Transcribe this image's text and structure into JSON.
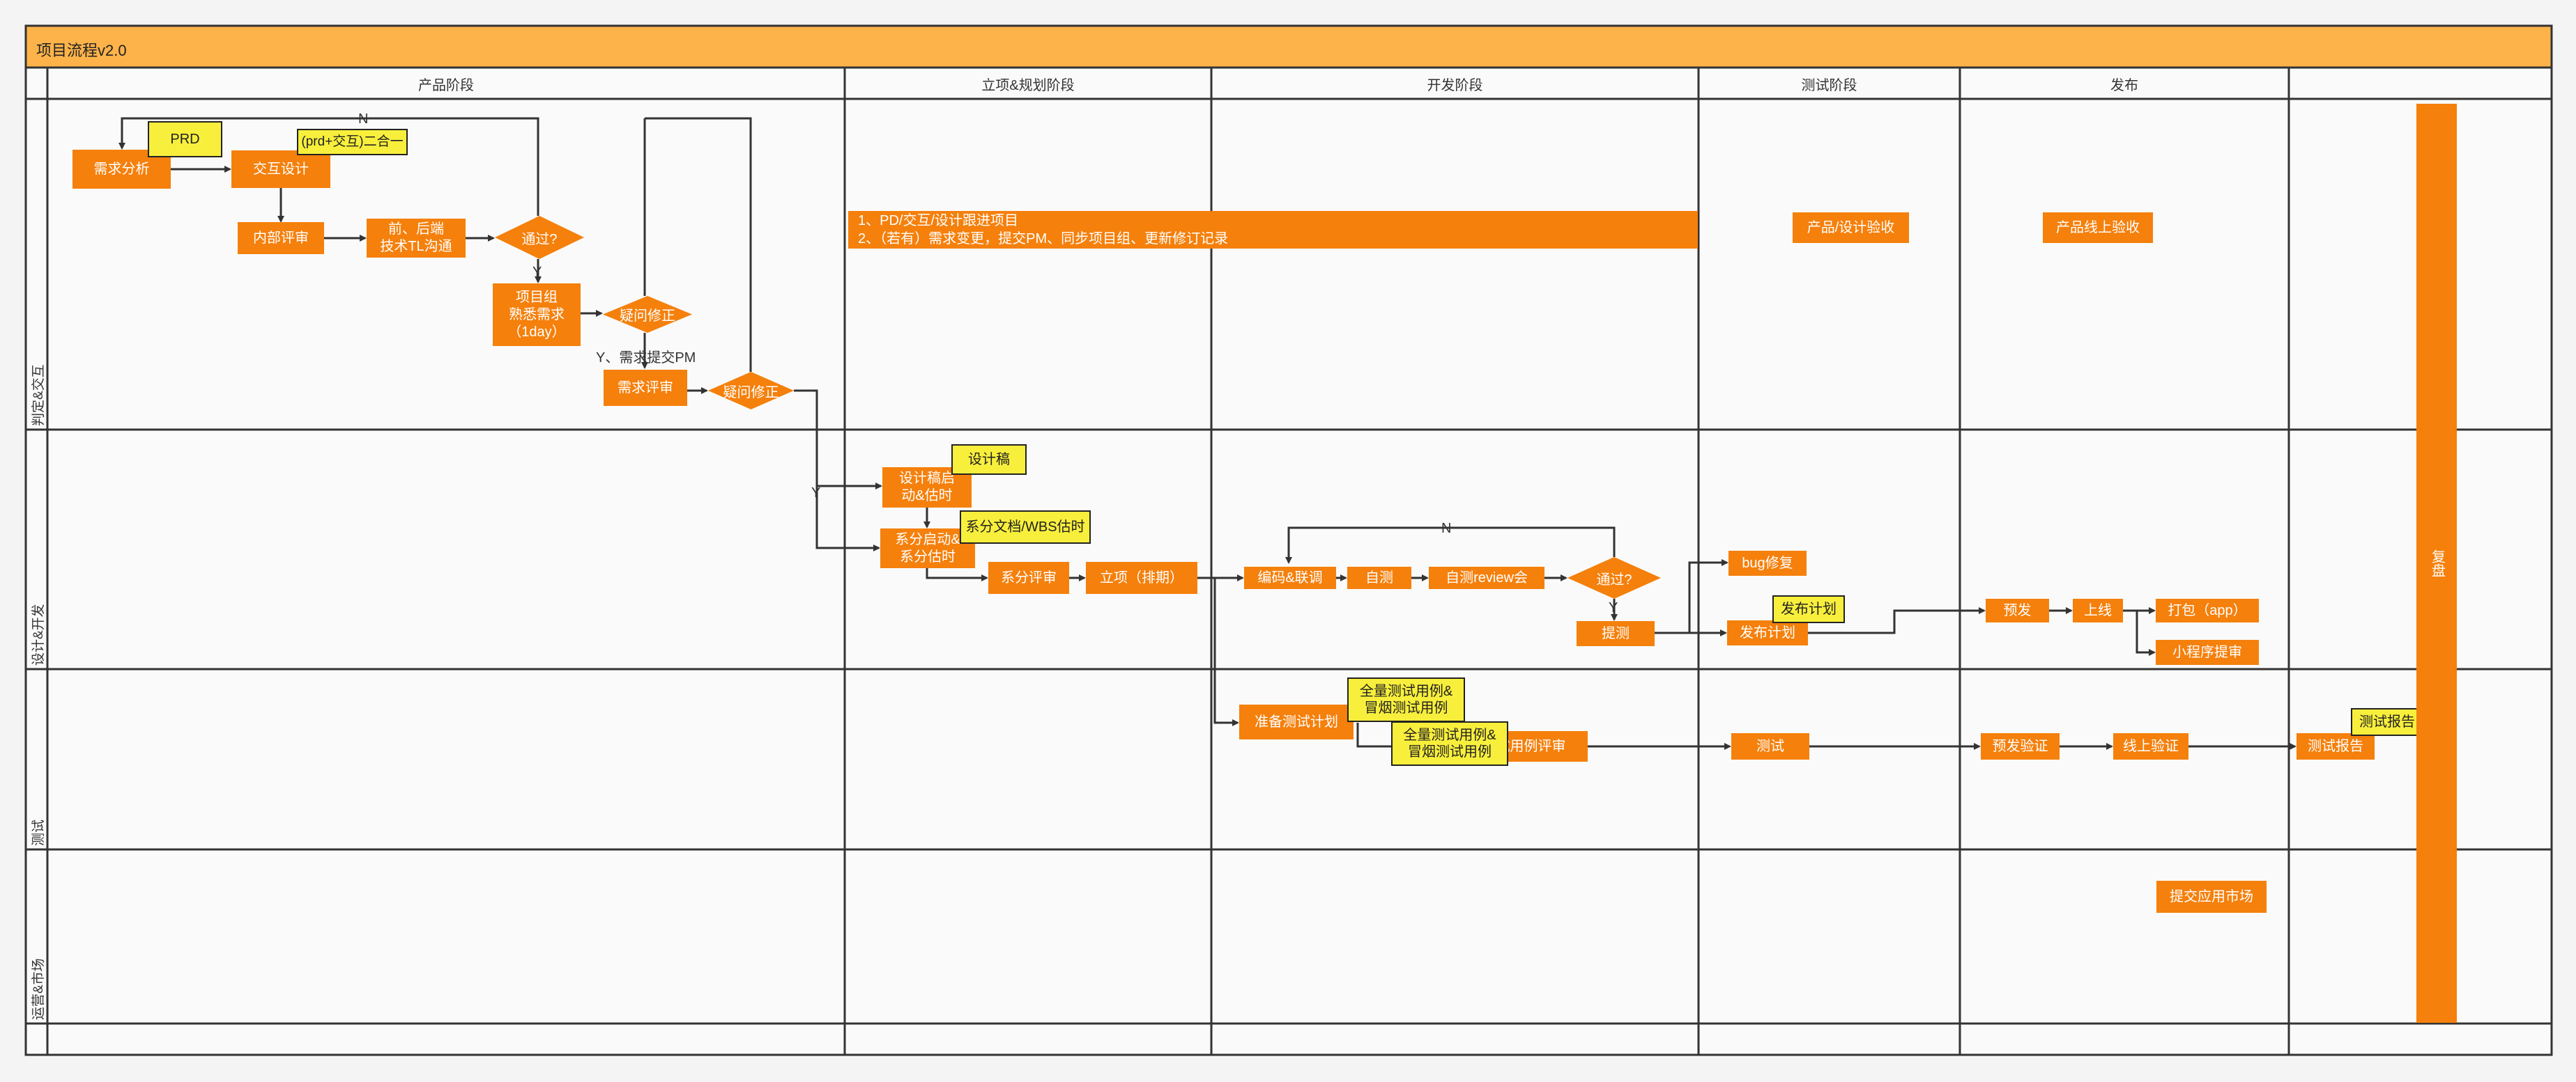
{
  "diagram": {
    "title": "项目流程v2.0",
    "phases": [
      "产品阶段",
      "立项&规划阶段",
      "开发阶段",
      "测试阶段",
      "发布",
      ""
    ],
    "lanes": [
      "判定&交互",
      "设计&开发",
      "测试",
      "运营&市场"
    ],
    "nodes": {
      "req_analysis": "需求分析",
      "interaction_design": "交互设计",
      "internal_review": "内部评审",
      "fe_be_sync_1": "前、后端",
      "fe_be_sync_2": "技术TL沟通",
      "pass_1": "通过?",
      "familiar_1": "项目组",
      "familiar_2": "熟悉需求",
      "familiar_3": "（1day）",
      "question_fix_1": "疑问修正",
      "req_review": "需求评审",
      "question_fix_2": "疑问修正",
      "design_start_1": "设计稿启",
      "design_start_2": "动&估时",
      "sys_start_1": "系分启动&",
      "sys_start_2": "系分估时",
      "sys_review": "系分评审",
      "project_setup": "立项（排期）",
      "coding": "编码&联调",
      "self_test": "自测",
      "self_review": "自测review会",
      "pass_2": "通过?",
      "submit_test": "提测",
      "bug_fix": "bug修复",
      "release_plan": "发布计划",
      "pre_release": "预发",
      "go_live": "上线",
      "package_app": "打包（app）",
      "mini_program": "小程序提审",
      "test_plan": "准备测试计划",
      "case_review": "试用例评审",
      "testing": "测试",
      "pre_verify": "预发验证",
      "online_verify": "线上验证",
      "test_report": "测试报告",
      "product_accept": "产品/设计验收",
      "online_accept": "产品线上验收",
      "app_market": "提交应用市场",
      "retro": "复盘"
    },
    "docs": {
      "prd": "PRD",
      "prd_combo": "(prd+交互)二合一",
      "design_doc": "设计稿",
      "sys_doc": "系分文档/WBS估时",
      "cases_1a": "全量测试用例&",
      "cases_1b": "冒烟测试用例",
      "cases_2a": "全量测试用例&",
      "cases_2b": "冒烟测试用例",
      "release_plan_doc": "发布计划",
      "test_report_doc": "测试报告"
    },
    "notes": {
      "line1": "1、PD/交互/设计跟进项目",
      "line2": "2、（若有）需求变更，提交PM、同步项目组、更新修订记录"
    },
    "labels": {
      "no": "N",
      "yes_1": "Y",
      "yes_submit_pm": "Y、需求提交PM",
      "yes_2": "Y",
      "no_2": "N",
      "yes_3": "Y"
    }
  },
  "colors": {
    "header": "#fdb34a",
    "process": "#f5800c",
    "document": "#f8ef3c",
    "grid": "#333333",
    "arrow": "#333333"
  }
}
